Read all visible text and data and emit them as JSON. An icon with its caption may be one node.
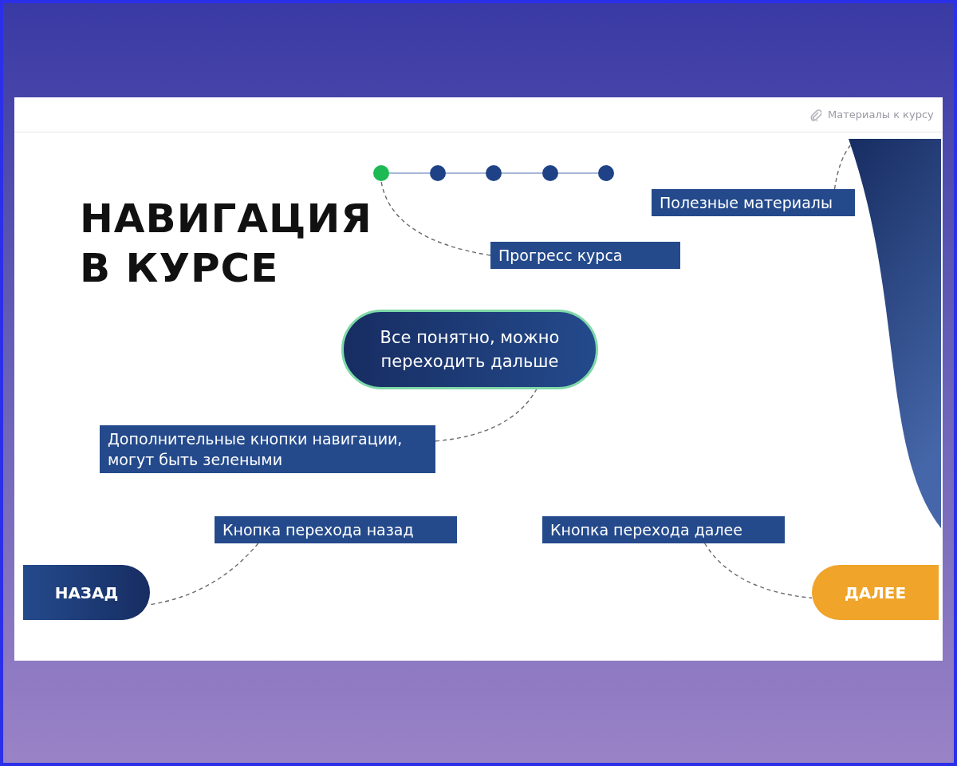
{
  "diagram": {
    "title": "НАВИГАЦИЯ В КУРСЕ",
    "nodes": [
      {
        "text": [],
        "shape": "circle"
      },
      {
        "text": [],
        "shape": "circle"
      },
      {
        "text": [],
        "shape": "circle"
      },
      {
        "text": [],
        "shape": "circle"
      },
      {
        "text": [],
        "shape": "circle"
      },
      {
        "text": [
          "Полезные материалы"
        ]
      },
      {
        "text": [],
        "shape": "band"
      },
      {
        "text": [
          "Прогресс курса"
        ]
      },
      {
        "text": [
          "Все понятно, можно переходить дальше"
        ]
      },
      {
        "text": [
          "Дополнительные кнопки навигации, могут быть зелеными"
        ]
      },
      {
        "text": [
          "Кнопка перехода назад"
        ]
      },
      {
        "text": [
          "Кнопка перехода далее"
        ]
      },
      {
        "text": [
          "НАЗАД"
        ]
      },
      {
        "text": [
          "ДАЛЕЕ"
        ]
      }
    ],
    "edges": [
      {
        "from": 0,
        "to": 1,
        "arrow": "none",
        "color": "#8aa0cc"
      },
      {
        "from": 1,
        "to": 2,
        "arrow": "none",
        "color": "#8aa0cc"
      },
      {
        "from": 2,
        "to": 3,
        "arrow": "none",
        "color": "#8aa0cc"
      },
      {
        "from": 3,
        "to": 4,
        "arrow": "none",
        "color": "#8aa0cc"
      },
      {
        "from": 5,
        "to": 6,
        "arrow": "none",
        "style": "dashed"
      },
      {
        "from": 7,
        "to": 0,
        "arrow": "none",
        "style": "dashed"
      },
      {
        "from": 9,
        "to": 8,
        "arrow": "none",
        "style": "dashed"
      },
      {
        "from": 10,
        "to": 12,
        "arrow": "none",
        "style": "dashed"
      },
      {
        "from": 11,
        "to": 13,
        "arrow": "none",
        "style": "dashed"
      }
    ],
    "labels": [
      "Материалы к курсу"
    ]
  }
}
